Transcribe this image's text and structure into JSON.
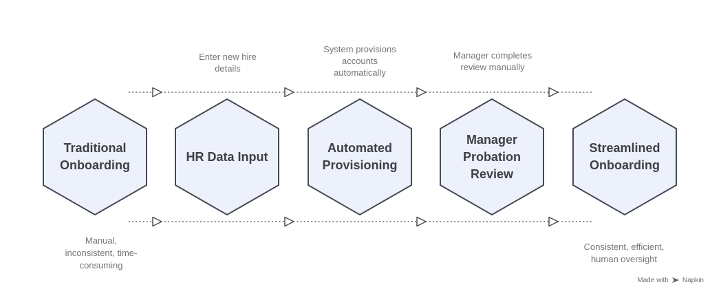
{
  "canvas": {
    "background": "#ffffff"
  },
  "colors": {
    "hexagon_fill": "#EDF1FB",
    "hexagon_stroke": "#464A52",
    "step_title_text": "#3D4045",
    "annotation_text": "#757575",
    "connector_line": "#7A7A7A",
    "arrowhead_fill": "#FFFFFF",
    "arrowhead_stroke": "#4A4E55",
    "footer_text": "#6E6E6E"
  },
  "steps": [
    {
      "label": "Traditional Onboarding"
    },
    {
      "label": "HR Data Input"
    },
    {
      "label": "Automated Provisioning"
    },
    {
      "label": "Manager Probation Review"
    },
    {
      "label": "Streamlined Onboarding"
    }
  ],
  "annotations": {
    "top": [
      {
        "text": "Enter new hire details"
      },
      {
        "text": "System provisions accounts automatically"
      },
      {
        "text": "Manager completes review manually"
      }
    ],
    "bottom": [
      {
        "text": "Manual, inconsistent, time-consuming"
      },
      {
        "text": "Consistent, efficient, human oversight"
      }
    ]
  },
  "footer": {
    "made_with": "Made with",
    "brand": "Napkin"
  }
}
